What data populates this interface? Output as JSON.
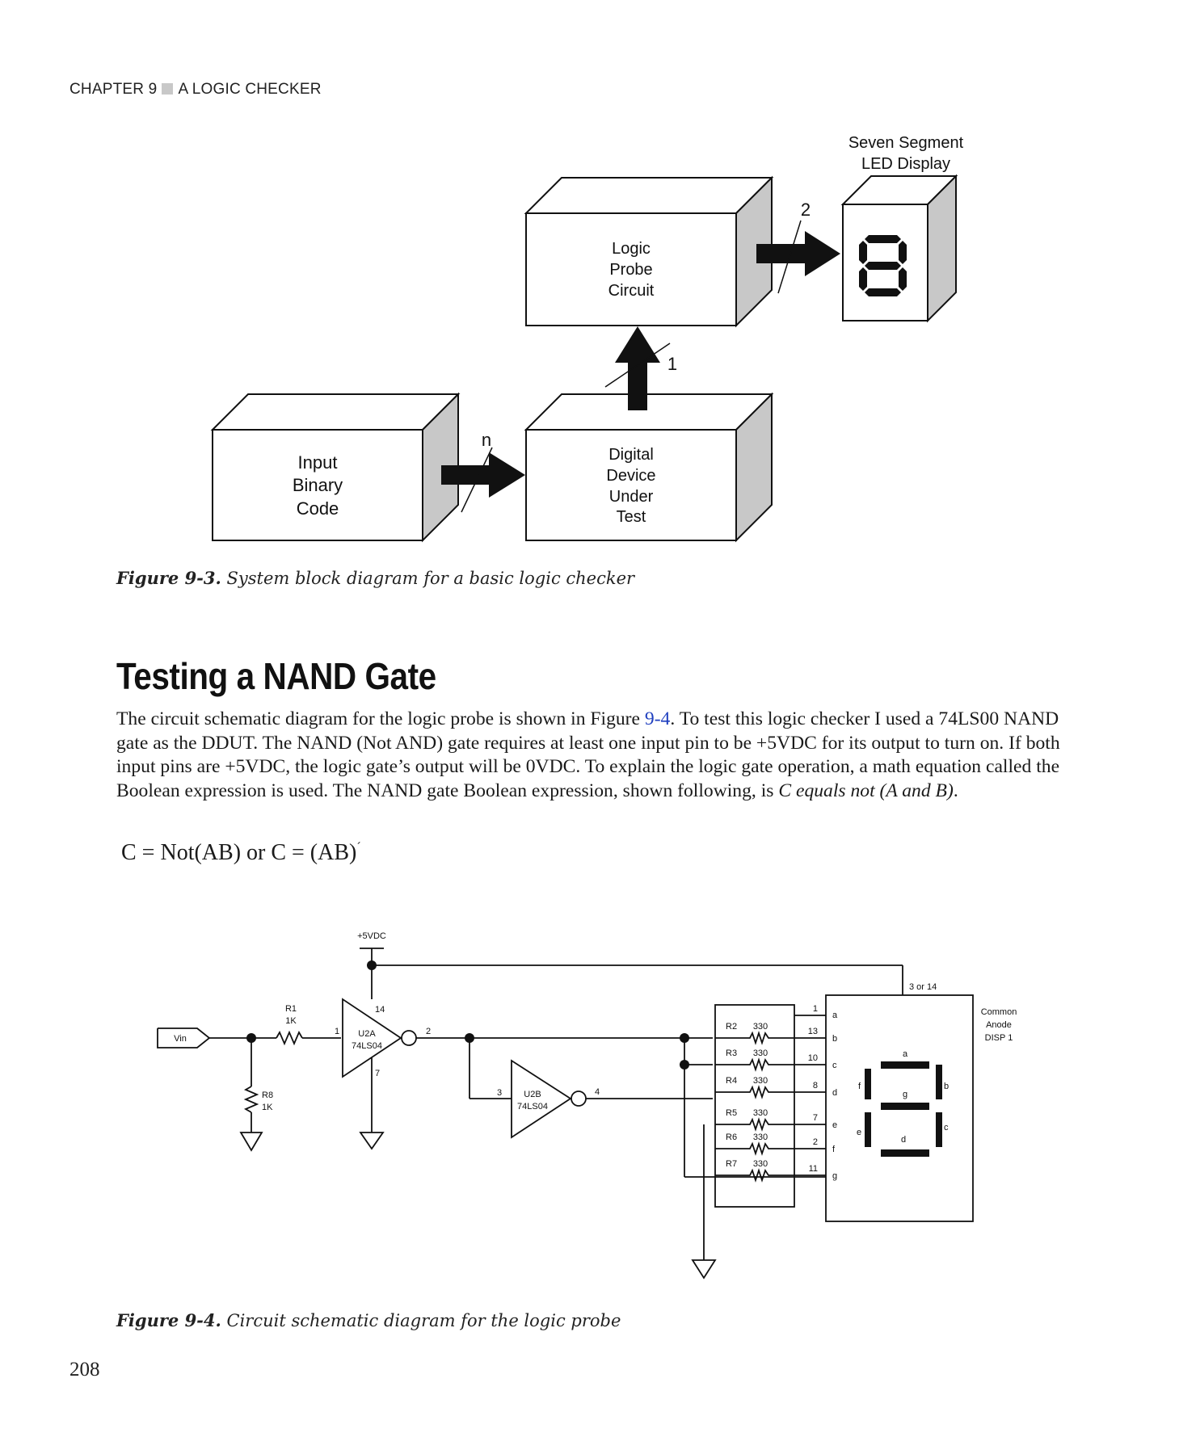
{
  "header": {
    "chapter": "CHAPTER 9",
    "title": "A LOGIC CHECKER"
  },
  "block_diagram": {
    "display_label_1": "Seven Segment",
    "display_label_2": "LED Display",
    "display_digit": "8",
    "probe_line1": "Logic",
    "probe_line2": "Probe",
    "probe_line3": "Circuit",
    "input_line1": "Input",
    "input_line2": "Binary",
    "input_line3": "Code",
    "dut_line1": "Digital",
    "dut_line2": "Device",
    "dut_line3": "Under",
    "dut_line4": "Test",
    "bus_n": "n",
    "bus_1": "1",
    "bus_2": "2"
  },
  "figure3_caption": {
    "label": "Figure 9-3.",
    "text": " System block diagram for a basic logic checker"
  },
  "section_heading": "Testing a NAND Gate",
  "paragraph": {
    "part1": "The circuit schematic diagram for the logic probe is shown in Figure ",
    "link": "9-4",
    "part2": ". To test this logic checker I used a 74LS00 NAND gate as the DDUT. The NAND (Not AND) gate requires at least one input pin to be +5VDC for its output to turn on. If both input pins are +5VDC, the logic gate’s output will be 0VDC. To explain the logic gate operation, a math equation called the Boolean expression is used. The NAND gate Boolean expression, shown following, is ",
    "italic": "C equals not (A and B)",
    "end": "."
  },
  "equation": {
    "text": "C = Not(AB) or C = (AB)",
    "prime": "´"
  },
  "schematic": {
    "vcc": "+5VDC",
    "vin": "Vin",
    "r1_name": "R1",
    "r1_val": "1K",
    "r8_name": "R8",
    "r8_val": "1K",
    "u2a_name": "U2A",
    "u2a_part": "74LS04",
    "u2b_name": "U2B",
    "u2b_part": "74LS04",
    "pin1": "1",
    "pin2": "2",
    "pin3": "3",
    "pin4": "4",
    "pin7": "7",
    "pin14": "14",
    "resistors": [
      {
        "name": "R2",
        "val": "330",
        "pin": "13",
        "seg": "b"
      },
      {
        "name": "R3",
        "val": "330",
        "pin": "10",
        "seg": "c"
      },
      {
        "name": "R4",
        "val": "330",
        "pin": "8",
        "seg": "d"
      },
      {
        "name": "R5",
        "val": "330",
        "pin": "7",
        "seg": "e"
      },
      {
        "name": "R6",
        "val": "330",
        "pin": "2",
        "seg": "f"
      },
      {
        "name": "R7",
        "val": "330",
        "pin": "11",
        "seg": "g"
      }
    ],
    "pin_a": "1",
    "seg_a": "a",
    "common_pin": "3 or 14",
    "disp_label_1": "Common",
    "disp_label_2": "Anode",
    "disp_label_3": "DISP 1",
    "seg_labels": {
      "a": "a",
      "b": "b",
      "c": "c",
      "d": "d",
      "e": "e",
      "f": "f",
      "g": "g"
    }
  },
  "figure4_caption": {
    "label": "Figure 9-4.",
    "text": " Circuit schematic diagram for the logic probe"
  },
  "page_number": "208"
}
